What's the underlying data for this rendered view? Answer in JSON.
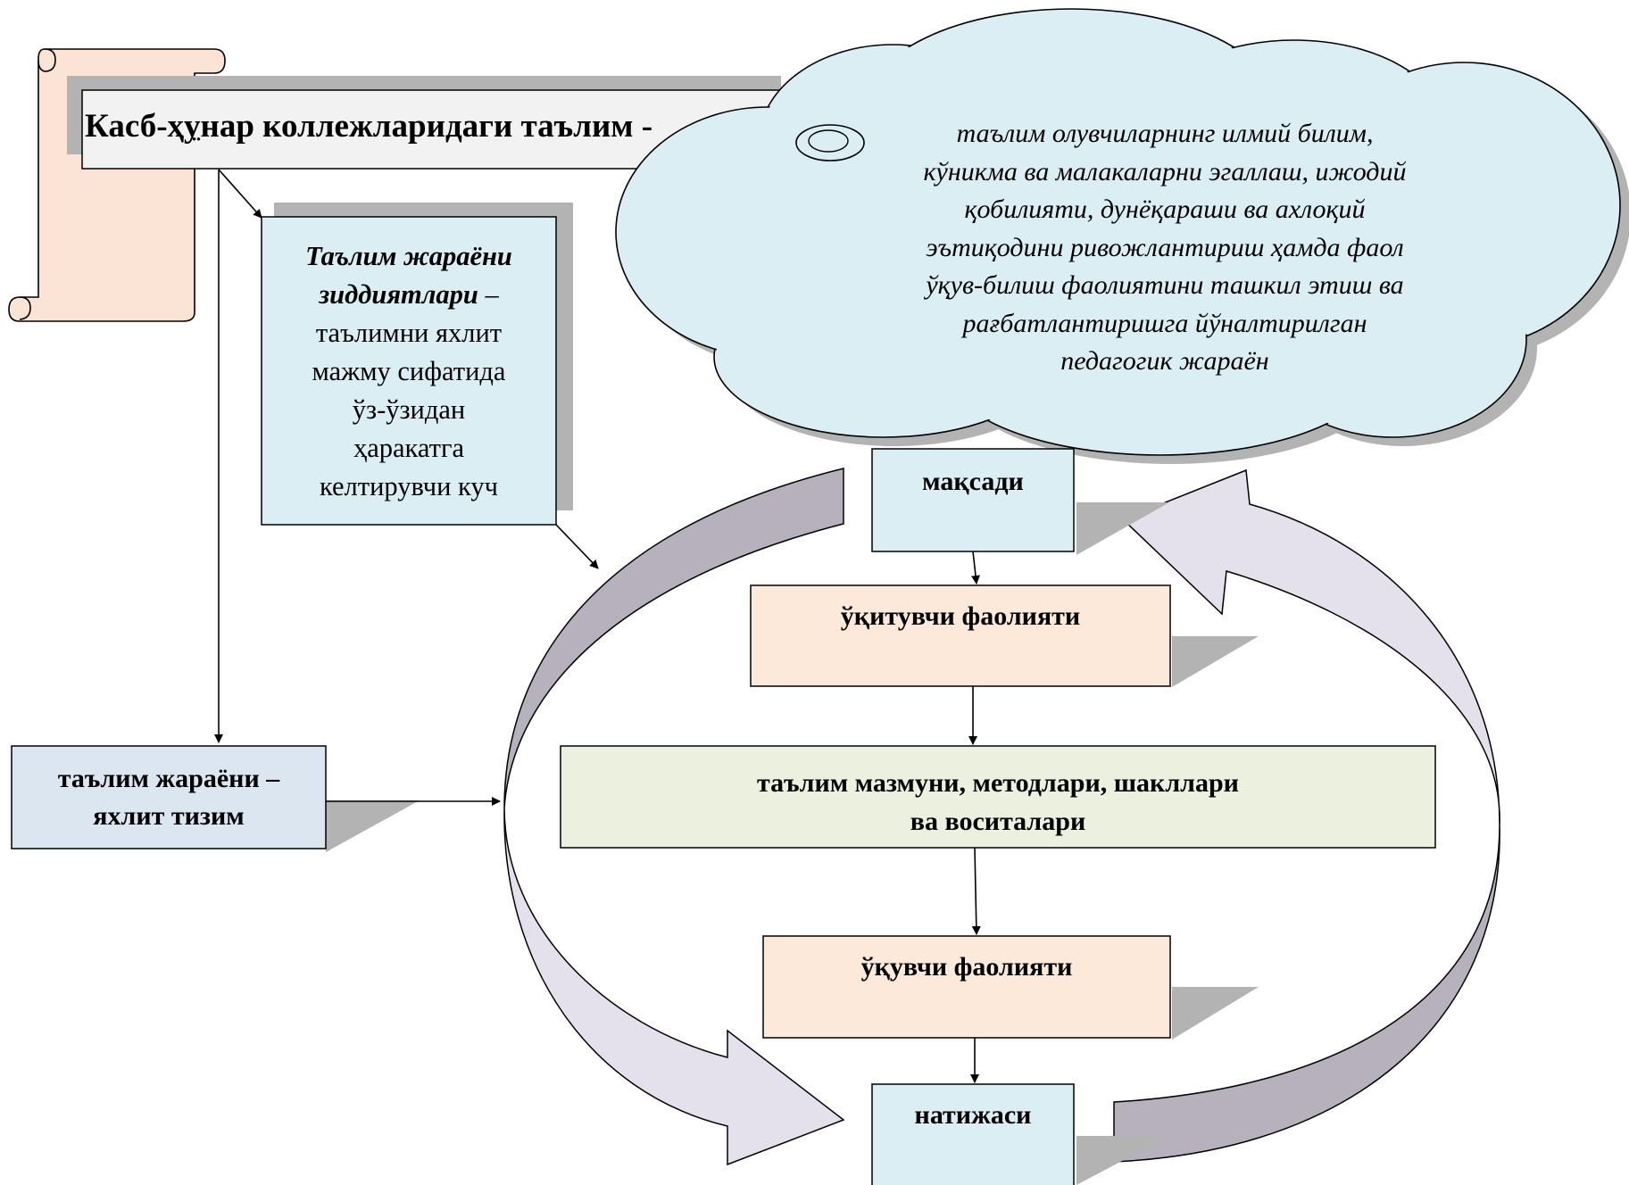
{
  "title": {
    "text": "Касб-ҳунар коллежларидаги таълим  -",
    "overflow_mark": "̈"
  },
  "definition": {
    "lines": [
      "таълим олувчиларнинг илмий билим,",
      "кўникма ва малакаларни эгаллаш, ижодий",
      "қобилияти, дунёқараши ва ахлоқий",
      "эътиқодини ривожлантириш ҳамда фаол",
      "ўқув-билиш фаолиятини ташкил этиш ва",
      "рағбатлантиришга йўналтирилган",
      "педагогик жараён"
    ]
  },
  "contradictions": {
    "heading_lines": [
      "Таълим жараёни",
      "зиддиятлари"
    ],
    "dash": " –",
    "body_lines": [
      "таълимни яхлит",
      "мажму сифатида",
      "ўз-ўзидан",
      "ҳаракатга",
      "келтирувчи куч"
    ]
  },
  "whole_system": {
    "lines": [
      "таълим жараёни –",
      "яхлит тизим"
    ]
  },
  "cycle": {
    "goal": "мақсади",
    "teacher_activity": "ўқитувчи фаолияти",
    "content_lines": [
      "таълим мазмуни, методлари, шакллари",
      "ва воситалари"
    ],
    "student_activity": "ўқувчи фаолияти",
    "result": "натижаси"
  },
  "colors": {
    "scroll_fill": "#fbe3d6",
    "cloud_fill": "#daeef3",
    "light_blue_box": "#daeef3",
    "steel_blue_box": "#dce6f1",
    "peach_box": "#fde9d9",
    "green_box": "#ebf1de",
    "shadow": "#b3b3b3",
    "title_box": "#f2f2f2",
    "arrow_dark": "#b7b1bd",
    "arrow_light": "#e4e0ec"
  }
}
